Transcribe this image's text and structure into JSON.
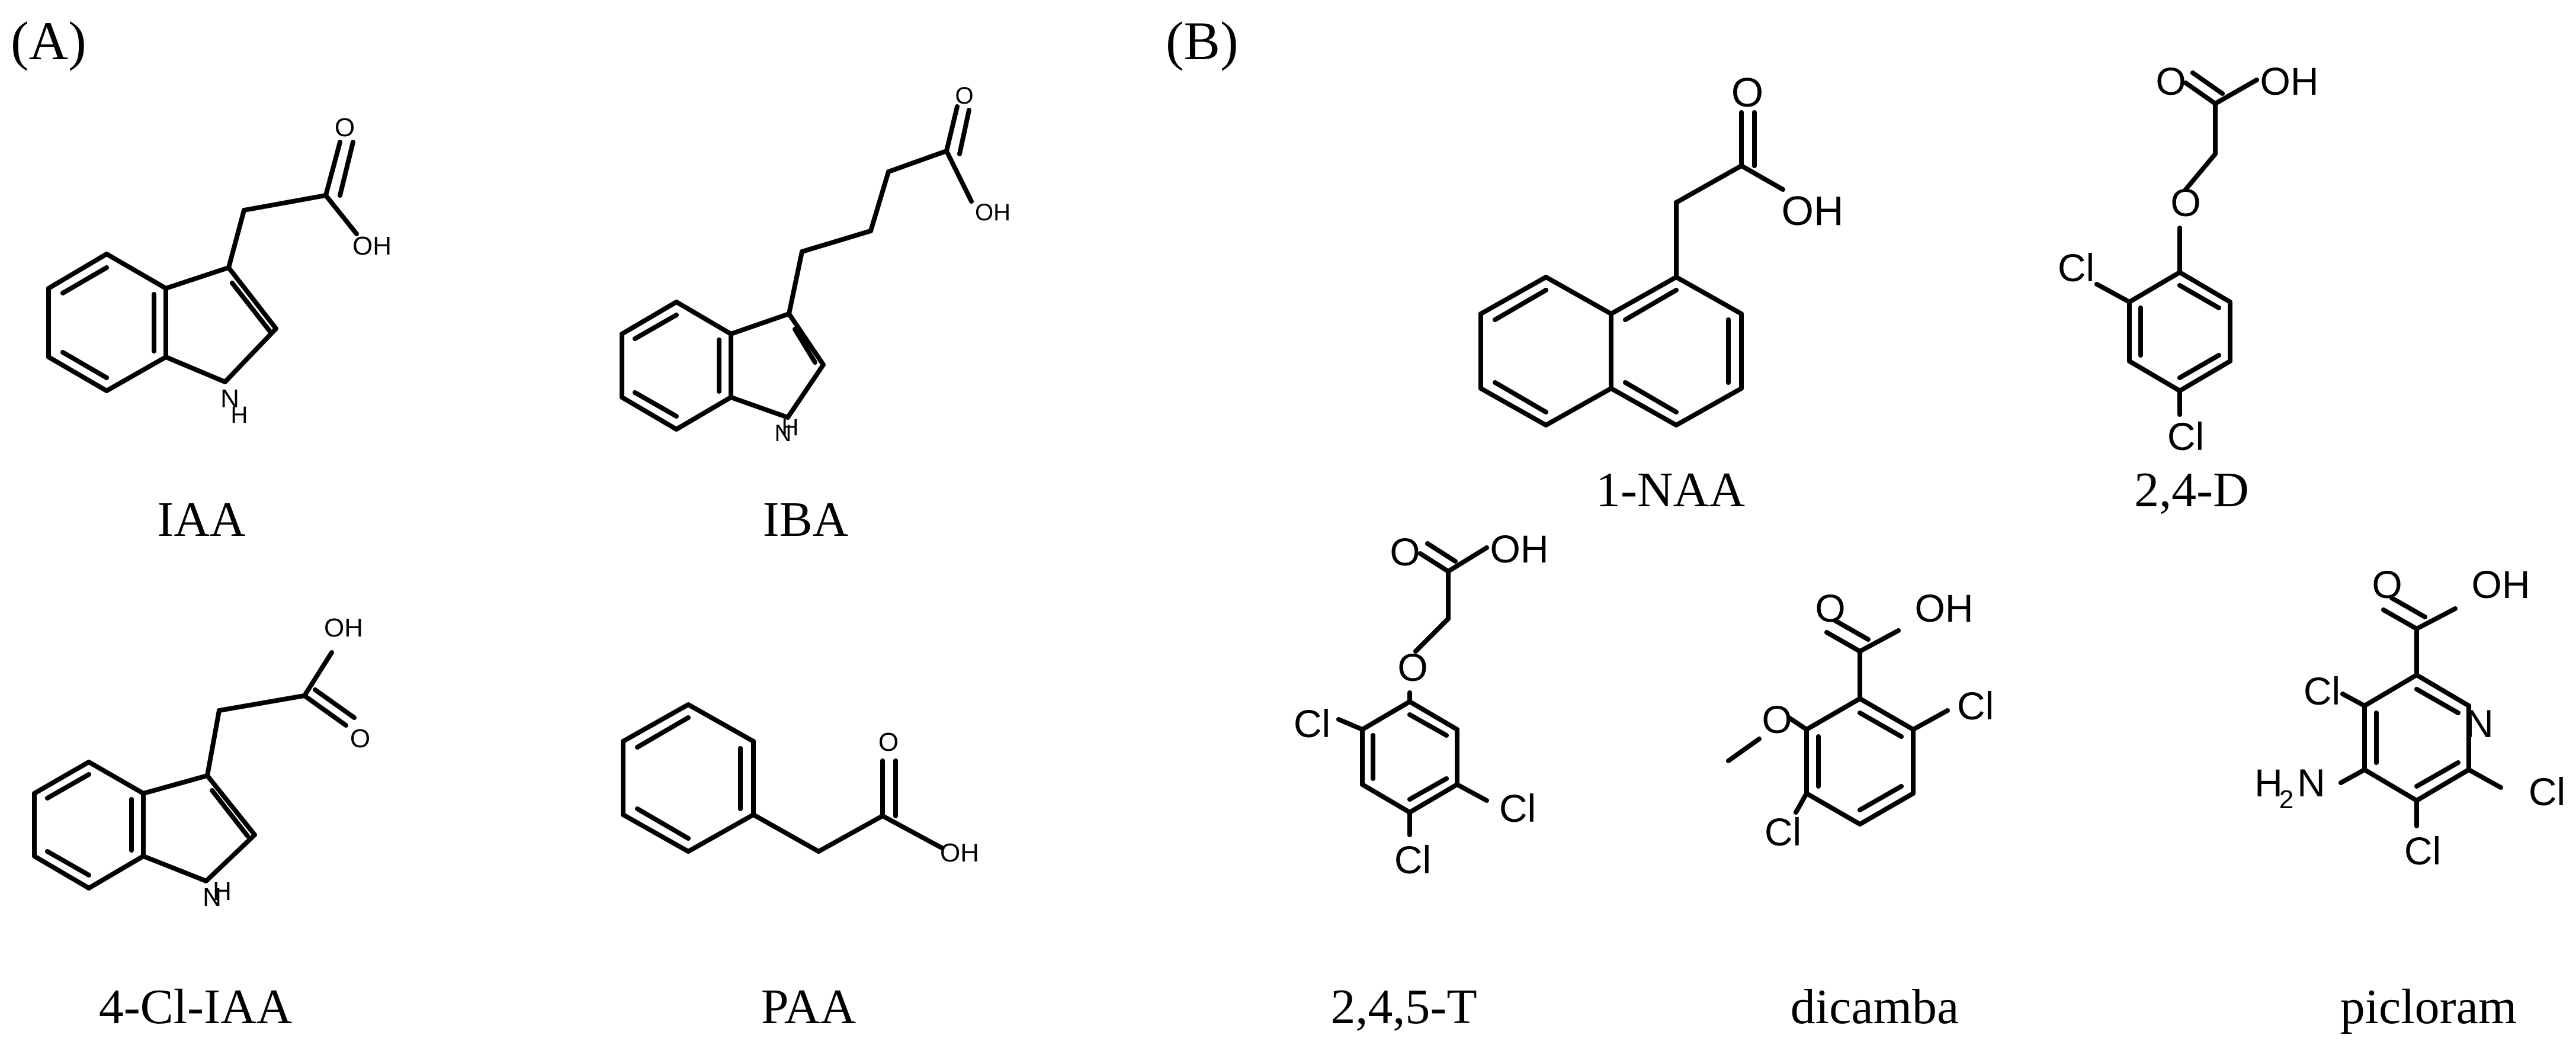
{
  "panels": {
    "A": {
      "label": "(A)"
    },
    "B": {
      "label": "(B)"
    }
  },
  "compounds": {
    "iaa": {
      "name": "IAA",
      "atoms": {
        "o": "O",
        "oh": "OH",
        "nh": "H",
        "n": "N"
      }
    },
    "iba": {
      "name": "IBA",
      "atoms": {
        "o": "O",
        "oh": "OH",
        "nh": "H",
        "n": "N"
      }
    },
    "cliaa": {
      "name": "4-Cl-IAA",
      "atoms": {
        "o": "O",
        "oh": "OH",
        "nh": "H",
        "n": "N"
      }
    },
    "paa": {
      "name": "PAA",
      "atoms": {
        "o": "O",
        "oh": "OH"
      }
    },
    "naa": {
      "name": "1-NAA",
      "atoms": {
        "o": "O",
        "oh": "OH"
      }
    },
    "d24": {
      "name": "2,4-D",
      "atoms": {
        "o": "O",
        "oh": "OH",
        "o_ether": "O",
        "cl1": "Cl",
        "cl2": "Cl"
      }
    },
    "t245": {
      "name": "2,4,5-T",
      "atoms": {
        "o": "O",
        "oh": "OH",
        "o_ether": "O",
        "cl1": "Cl",
        "cl2": "Cl",
        "cl3": "Cl"
      }
    },
    "dicamba": {
      "name": "dicamba",
      "atoms": {
        "o": "O",
        "oh": "OH",
        "o_ether": "O",
        "cl1": "Cl",
        "cl2": "Cl"
      }
    },
    "picloram": {
      "name": "picloram",
      "atoms": {
        "o": "O",
        "oh": "OH",
        "n": "N",
        "cl1": "Cl",
        "cl2": "Cl",
        "cl3": "Cl",
        "h2": "H",
        "h2_sub": "2",
        "n_amine": "N"
      }
    }
  }
}
